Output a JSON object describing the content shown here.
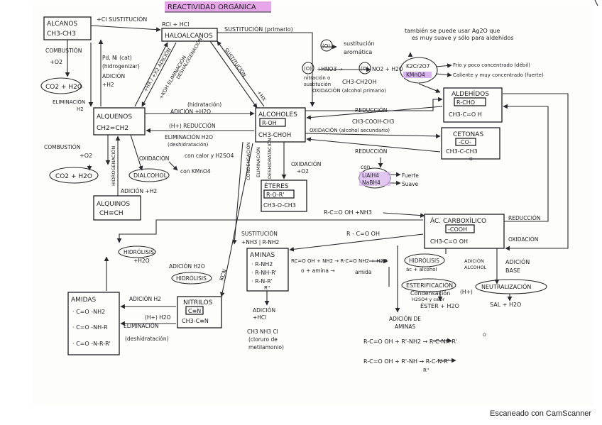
{
  "title": "REACTIVIDAD ORGÁNICA",
  "footer": "Escaneado con CamScanner",
  "colors": {
    "title_highlight": "#e7a6ea",
    "oxidant_highlight": "#d8b4f0",
    "ink": "#1e1e22"
  },
  "boxes": {
    "alcanos": {
      "name": "ALCANOS",
      "formula": "CH3-CH3"
    },
    "halogenuros": {
      "name": "HALOALCANOS"
    },
    "alquenos": {
      "name": "ALQUENOS",
      "formula": "CH2=CH2"
    },
    "alcoholes": {
      "name": "ALCOHOLES",
      "group": "R-OH",
      "formula": "CH3-CHOH"
    },
    "eteres": {
      "name": "ÉTERES",
      "group": "R-O-R'",
      "formula": "CH3-O-CH3"
    },
    "alquinos": {
      "name": "ALQUINOS",
      "formula": "CH≡CH"
    },
    "aldehidos": {
      "name": "ALDEHÍDOS",
      "group": "R-CHO",
      "formula": "CH3-C=O H"
    },
    "cetonas": {
      "name": "CETONAS",
      "group": "-CO-",
      "formula": "CH3-C-CH3",
      "sub": "O"
    },
    "acidos": {
      "name": "ÁC. CARBOXÍLICO",
      "group": "-COOH",
      "formula": "CH3-C=O OH"
    },
    "aminas": {
      "name": "AMINAS",
      "items": [
        "· R-NH2",
        "· R-NH-R'",
        "· R-N-R'",
        "R''"
      ]
    },
    "amidas": {
      "name": "AMIDAS",
      "items": [
        "· C=O -NH2",
        "· C=O -NH-R",
        "· C=O -N-R-R'"
      ]
    },
    "nitrilos": {
      "name": "NITRILOS",
      "group": "C≡N",
      "formula": "CH3-C≡N"
    }
  },
  "ovals": {
    "co2_top": "CO2 + H2O",
    "co2_left": "CO2 + H2O",
    "dialcohol": "DIALCOHOL",
    "hidrolisis_left": "HIDRÓLISIS",
    "hidrolisis_mid": "HIDRÓLISIS",
    "hidrolisis_right": "HIDRÓLISIS",
    "esterificacion": "ESTERIFICACIÓN",
    "neutralizacion": "NEUTRALIZACIÓN",
    "oxidantes": [
      "K2Cr2O7",
      "KMnO4"
    ],
    "reductores": [
      "LiAlH4",
      "NaBH4"
    ],
    "ring_a": "(O)",
    "ring_b": "(O)",
    "ring_c": "(O)"
  },
  "labels": {
    "sustitucion_top": "+Cl SUSTITUCIÓN",
    "rcl_hcl": "RCl + HCl",
    "sustitucion_primario": "SUSTITUCIÓN (primario)",
    "combustion_top": "COMBUSTIÓN",
    "o2_top": "+O2",
    "hidrogenacion": [
      "Pd, Ni (cat)",
      "(hidrogenizar)",
      "ADICIÓN",
      "+H2"
    ],
    "eliminacion_h2": [
      "ELIMINACIÓN",
      "H2"
    ],
    "adicion_diag": "+HX / +X2 ADICIÓN",
    "eliminacion_diag": "+KOH ELIMINACIÓN",
    "deshalogenacion": "DESHALOGENACIÓN",
    "sustitucion_diag": "SUSTITUCIÓN",
    "hx_diag": "+HX",
    "hidratacion": [
      "(hidratación)",
      "ADICIÓN +H2O"
    ],
    "reduccion_h": "(H+) REDUCCIÓN",
    "eliminacion_h2o": [
      "ELIMINACIÓN H2O",
      "(deshidratación)",
      "con calor y H2SO4"
    ],
    "oxidacion_kmno4": [
      "OXIDACIÓN",
      "con KMnO4"
    ],
    "combustion_left": [
      "COMBUSTIÓN",
      "+O2"
    ],
    "hidrogenacion_v": "HIDROGENACIÓN",
    "adicion_h2": "ADICIÓN +H2",
    "sust_aromatica": [
      "sustitución",
      "aromática"
    ],
    "tambien": [
      "también se puede usar Ag2O que",
      "es muy suave y sólo para aldehídos"
    ],
    "nitracion": [
      "+HNO3 →",
      "NO2 + H2O",
      "nitración o",
      "sustitución"
    ],
    "ch3_ch2oh": "CH3-CH2OH",
    "oxidacion_primario": "OXIDACIÓN (alcohol primario)",
    "k2cr_note": [
      "Frío y poco concentrado (débil)",
      "Caliente y muy concentrado (fuerte)"
    ],
    "reduccion_mid": "REDUCCIÓN",
    "ch3_cooh": "CH3-COOH-CH3",
    "oxidacion_sec": "OXIDACIÓN (alcohol secundario)",
    "reduccion_low": "REDUCCIÓN",
    "con": "con",
    "fuerte_suave": [
      "Fuerte",
      "Suave"
    ],
    "condensacion_v": "CONDENSACIÓN",
    "eliminacion_v": "ELIMINACIÓN",
    "deshidratacion_v": "DESHIDRATACIÓN",
    "oxidacion_o2": [
      "OXIDACIÓN",
      "+O2"
    ],
    "acid_reaction": "R-C=O OH +NH3",
    "reduccion_right": "REDUCCIÓN",
    "oxidacion_right": "OXIDACIÓN",
    "sustitucion_nh3": [
      "SUSTITUCIÓN",
      "+NH3 | R-NH2"
    ],
    "r_cooh": "R - C=O OH",
    "hidrolisis_h2o": "+H2O",
    "adicion_h2o": [
      "ADICIÓN H2O"
    ],
    "kcn": "KCN",
    "amida_reaction": [
      "RC=O OH + NH2 → R-C=O NH2 + H2O",
      "o + amina →",
      "amida"
    ],
    "adicion_hcl": [
      "ADICIÓN",
      "+HCl"
    ],
    "ch3nh3cl": [
      "CH3 NH3 Cl",
      "(cloruro de",
      "metilamonio)"
    ],
    "adicion_h2_low": "ADICIÓN H2",
    "deshidratacion_low": [
      "(H+) H2O",
      "ELIMINACIÓN",
      "(deshidratación)"
    ],
    "hidrolisis_sub": "ác + alcohol",
    "adicion_alcohol": [
      "ADICIÓN",
      "ALCOHOL"
    ],
    "adicion_base": [
      "ADICIÓN",
      "BASE"
    ],
    "condensacion_ester": [
      "Condensación",
      "H2SO4 y calor",
      "ÉSTER + H2O"
    ],
    "h_plus": "(H+)",
    "sal_agua": "SAL + H2O",
    "adicion_aminas": [
      "ADICIÓN DE",
      "AMINAS"
    ],
    "amine_rxn_1": "R-C=O OH + R'-NH2 → R-C-NH-R'",
    "amine_rxn_2": "R-C=O OH + R'-NH → R-C-N-R'",
    "amine_r2": "R''",
    "amine_o": "O"
  }
}
